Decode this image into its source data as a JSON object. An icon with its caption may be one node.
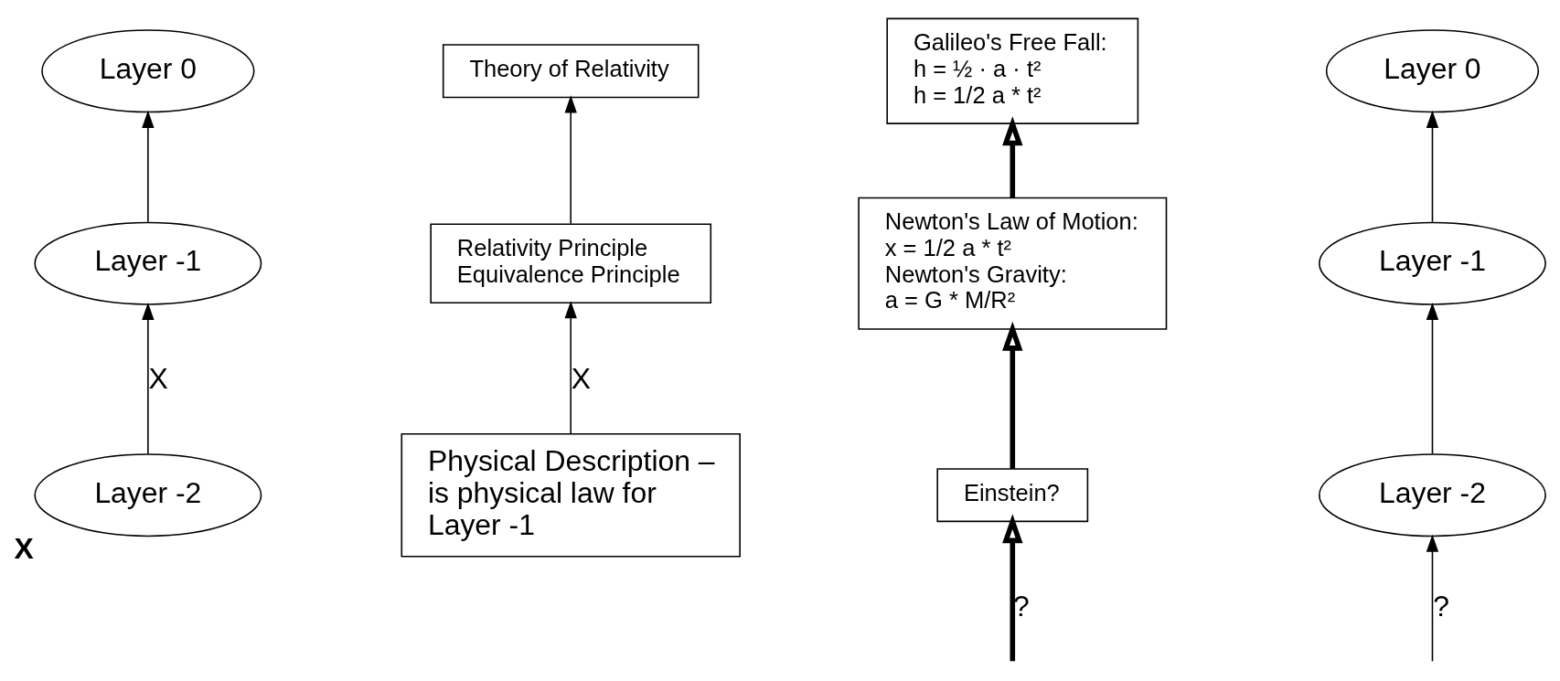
{
  "diagram": {
    "nodes": [
      {
        "text": [
          "Layer 0"
        ]
      },
      {
        "text": [
          "Layer -1"
        ]
      },
      {
        "text": [
          "Layer -2"
        ],
        "beside": [
          "X"
        ]
      },
      {
        "text": [
          "Theory of Relativity"
        ]
      },
      {
        "text": [
          "Relativity Principle",
          "Equivalence Principle"
        ]
      },
      {
        "text": [
          "Physical Description –",
          "is physical law for",
          "Layer -1"
        ]
      },
      {
        "text": [
          "Galileo's Free Fall:",
          "h = ½ · a · t²",
          "h = 1/2 a * t²"
        ]
      },
      {
        "text": [
          "Newton's Law of Motion:",
          "x = 1/2 a * t²",
          "Newton's Gravity:",
          "a = G * M/R²"
        ]
      },
      {
        "text": [
          "Einstein?"
        ]
      },
      {
        "text": [
          "Layer 0"
        ]
      },
      {
        "text": [
          "Layer -1"
        ]
      },
      {
        "text": [
          "Layer -2"
        ]
      }
    ],
    "edges": [
      {
        "from": 1,
        "to": 0,
        "arrow": "to"
      },
      {
        "from": 2,
        "to": 1,
        "arrow": "to",
        "label": "X"
      },
      {
        "from": 4,
        "to": 3,
        "arrow": "to"
      },
      {
        "from": 5,
        "to": 4,
        "arrow": "to",
        "label": "X"
      },
      {
        "from": 7,
        "to": 6,
        "arrow": "to",
        "style": "thick"
      },
      {
        "from": 8,
        "to": 7,
        "arrow": "to",
        "style": "thick"
      },
      {
        "from": null,
        "to": 8,
        "arrow": "to",
        "style": "thick",
        "label": "?"
      },
      {
        "from": 10,
        "to": 9,
        "arrow": "to"
      },
      {
        "from": 11,
        "to": 10,
        "arrow": "to"
      },
      {
        "from": null,
        "to": 11,
        "arrow": "to",
        "label": "?"
      }
    ]
  }
}
